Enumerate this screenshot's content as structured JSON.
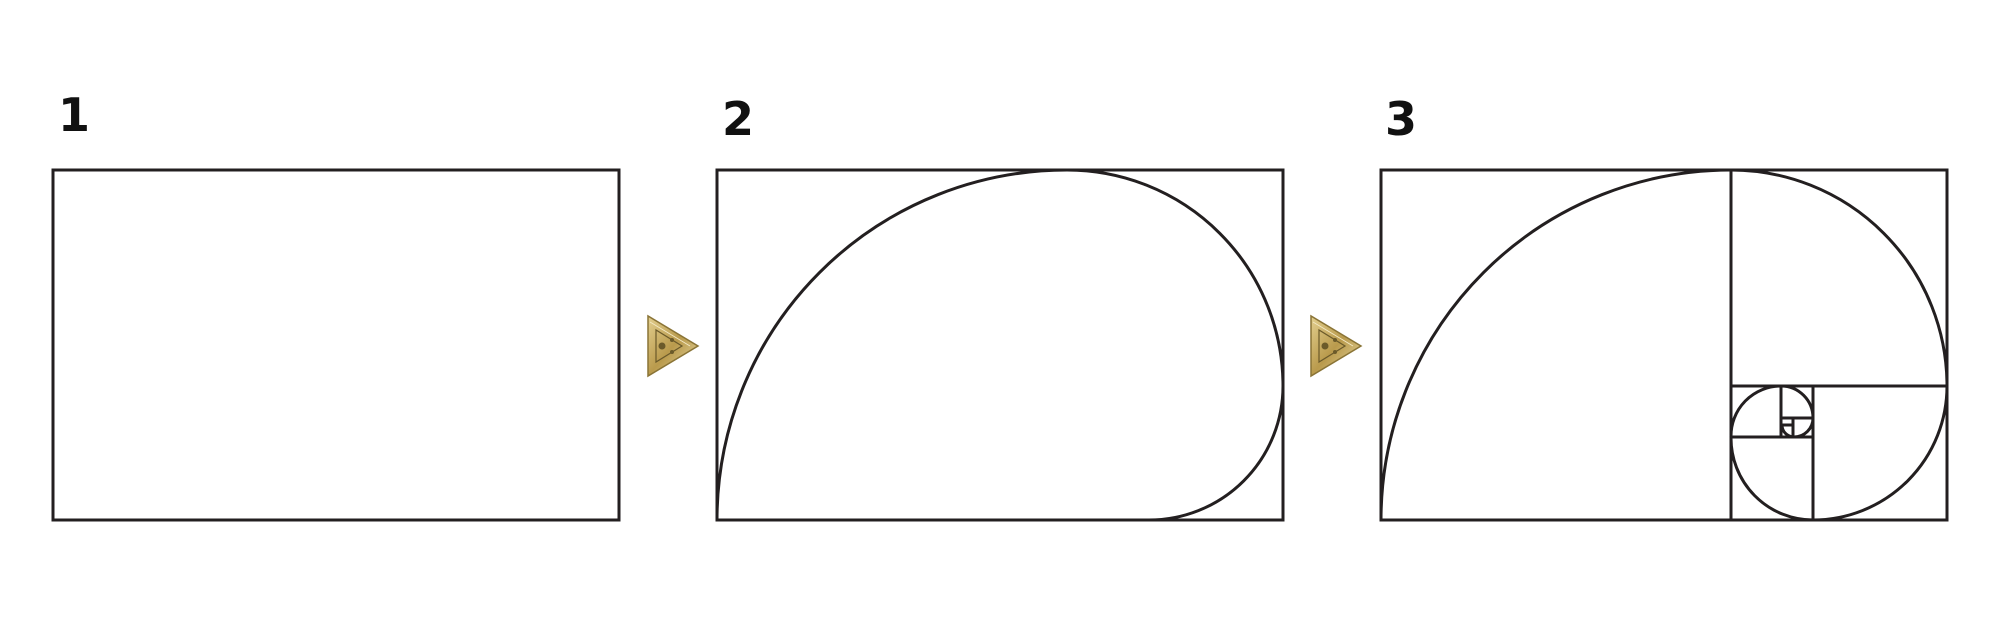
{
  "steps": [
    {
      "number": "1"
    },
    {
      "number": "2"
    },
    {
      "number": "3"
    }
  ],
  "icons": {
    "arrow": "ornate-gold-triangle-arrow-icon"
  },
  "colors": {
    "line": "#231f20",
    "background": "#ffffff",
    "arrow_gold": "#c9a857",
    "arrow_dark": "#6b5a2a"
  }
}
